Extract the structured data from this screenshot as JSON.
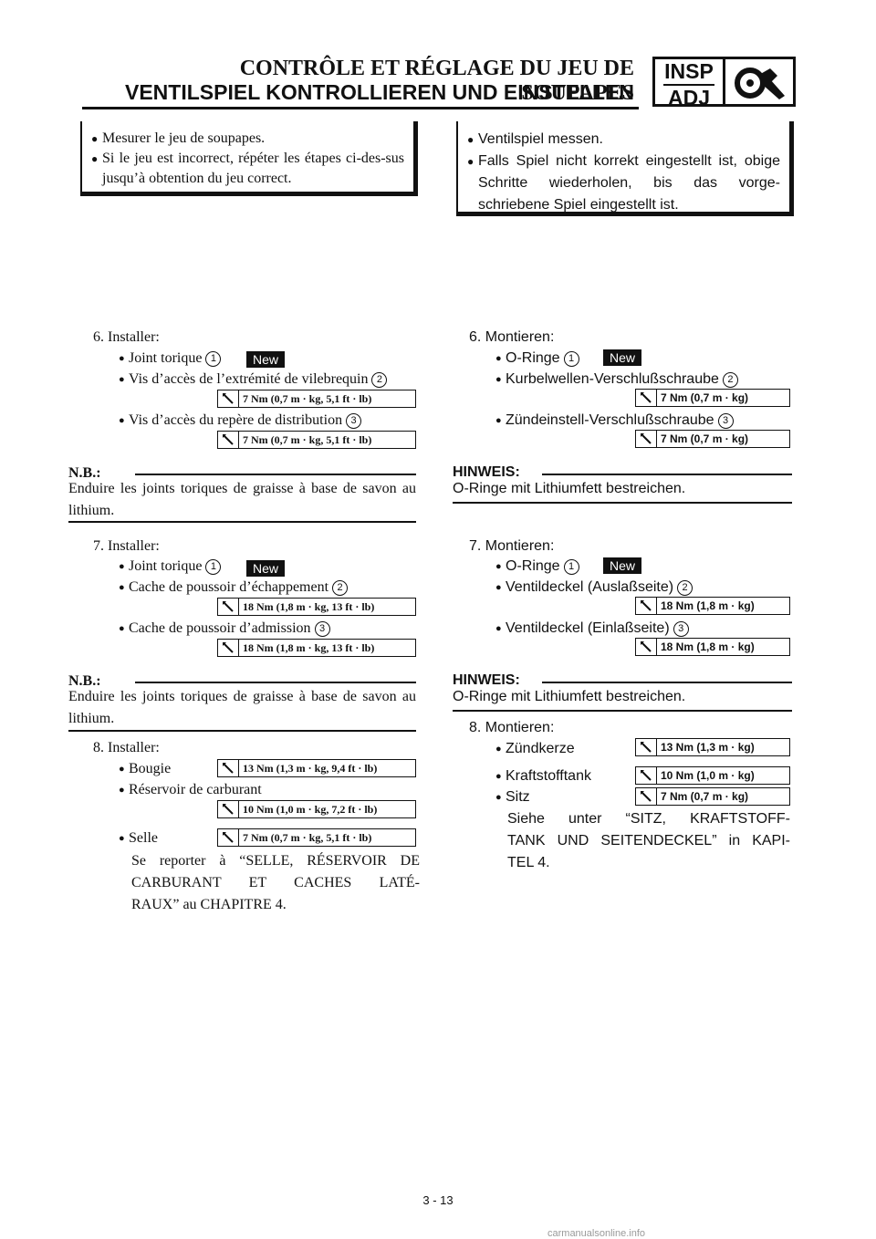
{
  "header": {
    "title_fr": "CONTRÔLE ET RÉGLAGE DU JEU DE SOUPAPES",
    "title_de": "VENTILSPIEL KONTROLLIEREN UND EINSTELLEN",
    "badge_top": "INSP",
    "badge_bottom": "ADJ",
    "icon": "wrench-icon"
  },
  "notice_fr": {
    "items": [
      "Mesurer le jeu de soupapes.",
      "Si le jeu est incorrect, répéter les étapes ci-des-sus jusqu’à obtention du jeu correct."
    ]
  },
  "notice_de": {
    "items": [
      "Ventilspiel messen.",
      "Falls Spiel nicht korrekt eingestellt ist, obige Schritte wiederholen, bis das vorge-schriebene Spiel eingestellt ist."
    ]
  },
  "fr": {
    "step6": {
      "heading": "6. Installer:",
      "item1": "Joint torique",
      "item1_num": "1",
      "item1_badge": "New",
      "item2": "Vis d’accès de l’extrémité de vilebrequin",
      "item2_num": "2",
      "torque2": "7 Nm (0,7 m · kg, 5,1 ft · lb)",
      "item3": "Vis d’accès du repère de distribution",
      "item3_num": "3",
      "torque3": "7 Nm (0,7 m · kg, 5,1 ft · lb)"
    },
    "nb1": {
      "label": "N.B.:",
      "text": "Enduire les joints toriques de graisse à base de savon au lithium."
    },
    "step7": {
      "heading": "7. Installer:",
      "item1": "Joint torique",
      "item1_num": "1",
      "item1_badge": "New",
      "item2": "Cache de poussoir d’échappement",
      "item2_num": "2",
      "torque2": "18 Nm (1,8 m · kg, 13 ft · lb)",
      "item3": "Cache de poussoir d’admission",
      "item3_num": "3",
      "torque3": "18 Nm (1,8 m · kg, 13 ft · lb)"
    },
    "nb2": {
      "label": "N.B.:",
      "text": "Enduire les joints toriques de graisse à base de savon au lithium."
    },
    "step8": {
      "heading": "8. Installer:",
      "item1": "Bougie",
      "torque1": "13 Nm (1,3 m · kg, 9,4 ft · lb)",
      "item2": "Réservoir de carburant",
      "torque2": "10 Nm (1,0 m · kg, 7,2 ft · lb)",
      "item3": "Selle",
      "torque3": "7 Nm (0,7 m · kg, 5,1 ft · lb)",
      "ref_line1": "Se reporter à “SELLE, RÉSERVOIR DE",
      "ref_line2": "CARBURANT ET CACHES LATÉ-",
      "ref_line3": "RAUX” au CHAPITRE 4."
    }
  },
  "de": {
    "step6": {
      "heading": "6. Montieren:",
      "item1": "O-Ringe",
      "item1_num": "1",
      "item1_badge": "New",
      "item2": "Kurbelwellen-Verschlußschraube",
      "item2_num": "2",
      "torque2": "7 Nm (0,7 m · kg)",
      "item3": "Zündeinstell-Verschlußschraube",
      "item3_num": "3",
      "torque3": "7 Nm (0,7 m · kg)"
    },
    "nb1": {
      "label": "HINWEIS:",
      "text": "O-Ringe mit Lithiumfett bestreichen."
    },
    "step7": {
      "heading": "7. Montieren:",
      "item1": "O-Ringe",
      "item1_num": "1",
      "item1_badge": "New",
      "item2": "Ventildeckel (Auslaßseite)",
      "item2_num": "2",
      "torque2": "18 Nm (1,8 m · kg)",
      "item3": "Ventildeckel (Einlaßseite)",
      "item3_num": "3",
      "torque3": "18 Nm (1,8 m · kg)"
    },
    "nb2": {
      "label": "HINWEIS:",
      "text": "O-Ringe mit Lithiumfett bestreichen."
    },
    "step8": {
      "heading": "8. Montieren:",
      "item1": "Zündkerze",
      "torque1": "13 Nm (1,3 m · kg)",
      "item2": "Kraftstofftank",
      "torque2": "10 Nm (1,0 m · kg)",
      "item3": "Sitz",
      "torque3": "7 Nm (0,7 m · kg)",
      "ref_line1": "Siehe unter “SITZ, KRAFTSTOFF-",
      "ref_line2": "TANK UND SEITENDECKEL” in KAPI-",
      "ref_line3": "TEL 4."
    }
  },
  "footer": {
    "page_number": "3 - 13",
    "watermark": "carmanualsonline.info"
  }
}
